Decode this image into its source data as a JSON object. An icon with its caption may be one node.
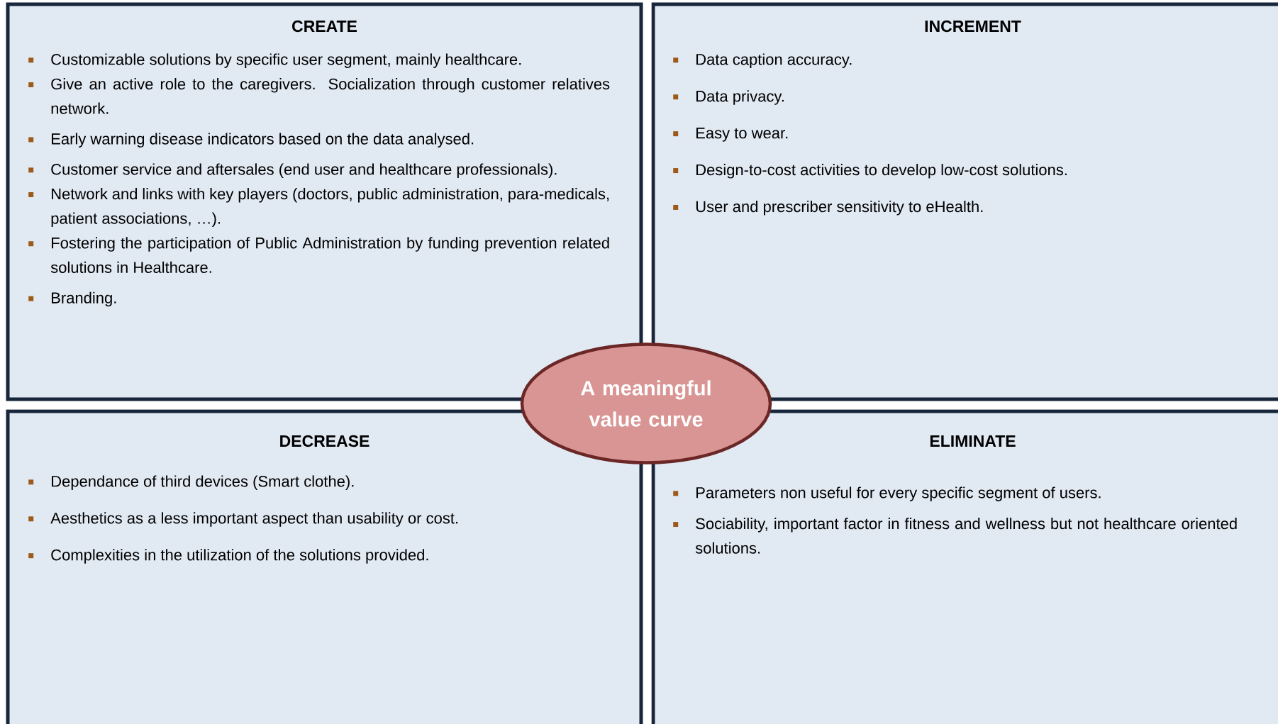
{
  "diagram": {
    "nodes": [
      {
        "text": [
          "CREATE",
          "Customizable solutions by specific user segment, mainly healthcare.",
          "Give an active role to the caregivers. Socialization through customer relatives network.",
          "Early warning disease indicators based on the data analysed.",
          "Customer service and aftersales (end user and healthcare professionals).",
          "Network and links with key players (doctors, public administration, para-medicals, patient associations, …).",
          "Fostering the participation of Public Administration by funding prevention related solutions in Healthcare.",
          "Branding."
        ]
      },
      {
        "text": [
          "INCREMENT",
          "Data caption accuracy.",
          "Data privacy.",
          "Easy to wear.",
          "Design-to-cost activities to develop low-cost solutions.",
          "User and prescriber sensitivity to eHealth."
        ]
      },
      {
        "text": [
          "DECREASE",
          "Dependance of third devices (Smart clothe).",
          "Aesthetics as a less important aspect than usability or cost.",
          "Complexities in the utilization of the solutions provided."
        ]
      },
      {
        "text": [
          "ELIMINATE",
          "Parameters non useful for every specific segment of users.",
          "Sociability, important factor in fitness and wellness but not healthcare oriented solutions."
        ]
      },
      {
        "text": [
          "A meaningful value curve"
        ]
      }
    ]
  }
}
